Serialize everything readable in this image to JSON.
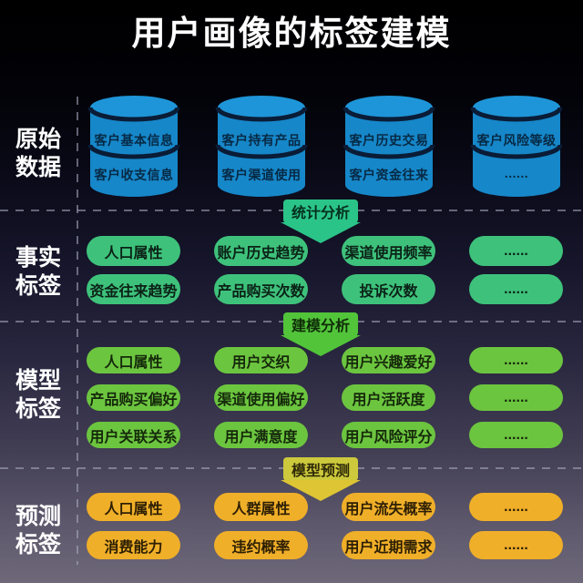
{
  "title": "用户画像的标签建模",
  "rails": {
    "raw": "原始数据",
    "fact": "事实标签",
    "model": "模型标签",
    "pred": "预测标签"
  },
  "databases": [
    {
      "top": "客户基本信息",
      "bottom": "客户收支信息"
    },
    {
      "top": "客户持有产品",
      "bottom": "客户渠道使用"
    },
    {
      "top": "客户历史交易",
      "bottom": "客户资金往来"
    },
    {
      "top": "客户风险等级",
      "bottom": "......"
    }
  ],
  "flows": {
    "f1": "统计分析",
    "f2": "建模分析",
    "f3": "模型预测"
  },
  "fact_tags": [
    "人口属性",
    "账户历史趋势",
    "渠道使用频率",
    "......",
    "资金往来趋势",
    "产品购买次数",
    "投诉次数",
    "......"
  ],
  "model_tags": [
    "人口属性",
    "用户交织",
    "用户兴趣爱好",
    "......",
    "产品购买偏好",
    "渠道使用偏好",
    "用户活跃度",
    "......",
    "用户关联关系",
    "用户满意度",
    "用户风险评分",
    "......"
  ],
  "prediction_tags": [
    "人口属性",
    "人群属性",
    "用户流失概率",
    "......",
    "消费能力",
    "违约概率",
    "用户近期需求",
    "......"
  ],
  "colors": {
    "database_blue": "#1687c9",
    "fact_green": "#3ec27b",
    "model_green": "#6cc53f",
    "prediction_yellow": "#f0af29",
    "flow_statistical": "#2bc488",
    "flow_modeling": "#52c43a",
    "flow_prediction": "#ddc534"
  }
}
